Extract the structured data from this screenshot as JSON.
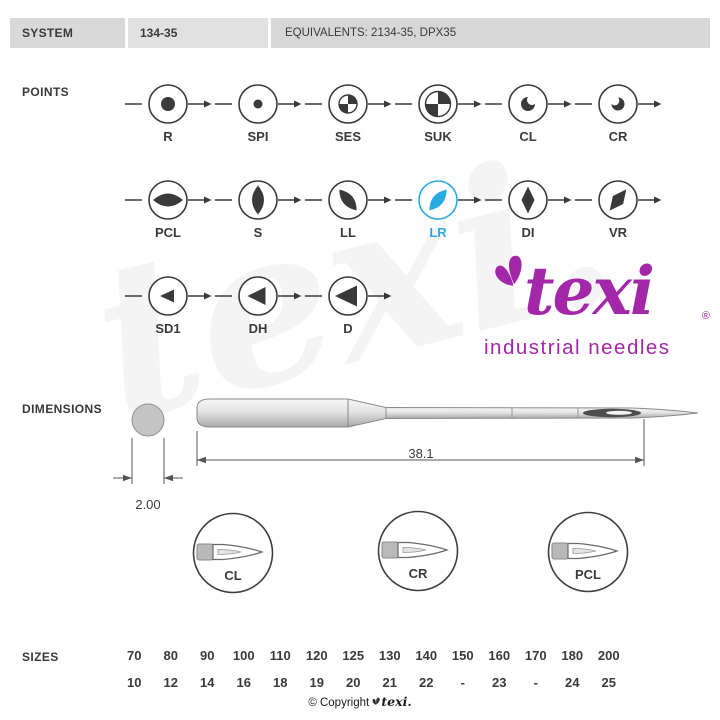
{
  "header": {
    "system_label": "SYSTEM",
    "system_value": "134-35",
    "equivalents": "EQUIVALENTS: 2134-35, DPX35"
  },
  "sections": {
    "points": "POINTS",
    "dimensions": "DIMENSIONS",
    "sizes": "SIZES"
  },
  "points": {
    "highlight_color": "#29abe2",
    "items": [
      {
        "label": "R",
        "shape": "round-point-dot",
        "highlighted": false
      },
      {
        "label": "SPI",
        "shape": "small-dot",
        "highlighted": false
      },
      {
        "label": "SES",
        "shape": "quartered-circle-small",
        "highlighted": false
      },
      {
        "label": "SUK",
        "shape": "quartered-circle-large",
        "highlighted": false
      },
      {
        "label": "CL",
        "shape": "crescent-left",
        "highlighted": false
      },
      {
        "label": "CR",
        "shape": "crescent-right",
        "highlighted": false
      },
      {
        "label": "PCL",
        "shape": "lens-horizontal",
        "highlighted": false
      },
      {
        "label": "S",
        "shape": "lens-vertical",
        "highlighted": false
      },
      {
        "label": "LL",
        "shape": "lens-diagonal-left",
        "highlighted": false
      },
      {
        "label": "LR",
        "shape": "lens-diagonal-right",
        "highlighted": true
      },
      {
        "label": "DI",
        "shape": "diamond-vertical",
        "highlighted": false
      },
      {
        "label": "VR",
        "shape": "diamond-diagonal",
        "highlighted": false
      },
      {
        "label": "SD1",
        "shape": "triangle-small",
        "highlighted": false
      },
      {
        "label": "DH",
        "shape": "triangle-medium",
        "highlighted": false
      },
      {
        "label": "D",
        "shape": "triangle-large",
        "highlighted": false
      }
    ]
  },
  "logo": {
    "brand": "texi",
    "registered": "®",
    "tagline": "industrial needles",
    "color": "#a327a9"
  },
  "dimensions": {
    "length": "38.1",
    "diameter": "2.00",
    "details": [
      {
        "label": "CL"
      },
      {
        "label": "CR"
      },
      {
        "label": "PCL"
      }
    ]
  },
  "sizes": {
    "columns": [
      {
        "nm": "70",
        "size": "10"
      },
      {
        "nm": "80",
        "size": "12"
      },
      {
        "nm": "90",
        "size": "14"
      },
      {
        "nm": "100",
        "size": "16"
      },
      {
        "nm": "110",
        "size": "18"
      },
      {
        "nm": "120",
        "size": "19"
      },
      {
        "nm": "125",
        "size": "20"
      },
      {
        "nm": "130",
        "size": "21"
      },
      {
        "nm": "140",
        "size": "22"
      },
      {
        "nm": "150",
        "size": "-"
      },
      {
        "nm": "160",
        "size": "23"
      },
      {
        "nm": "170",
        "size": "-"
      },
      {
        "nm": "180",
        "size": "24"
      },
      {
        "nm": "200",
        "size": "25"
      }
    ]
  },
  "footer": {
    "copyright": "© Copyright",
    "brand": "texi."
  },
  "watermark": {
    "text": "texi."
  }
}
